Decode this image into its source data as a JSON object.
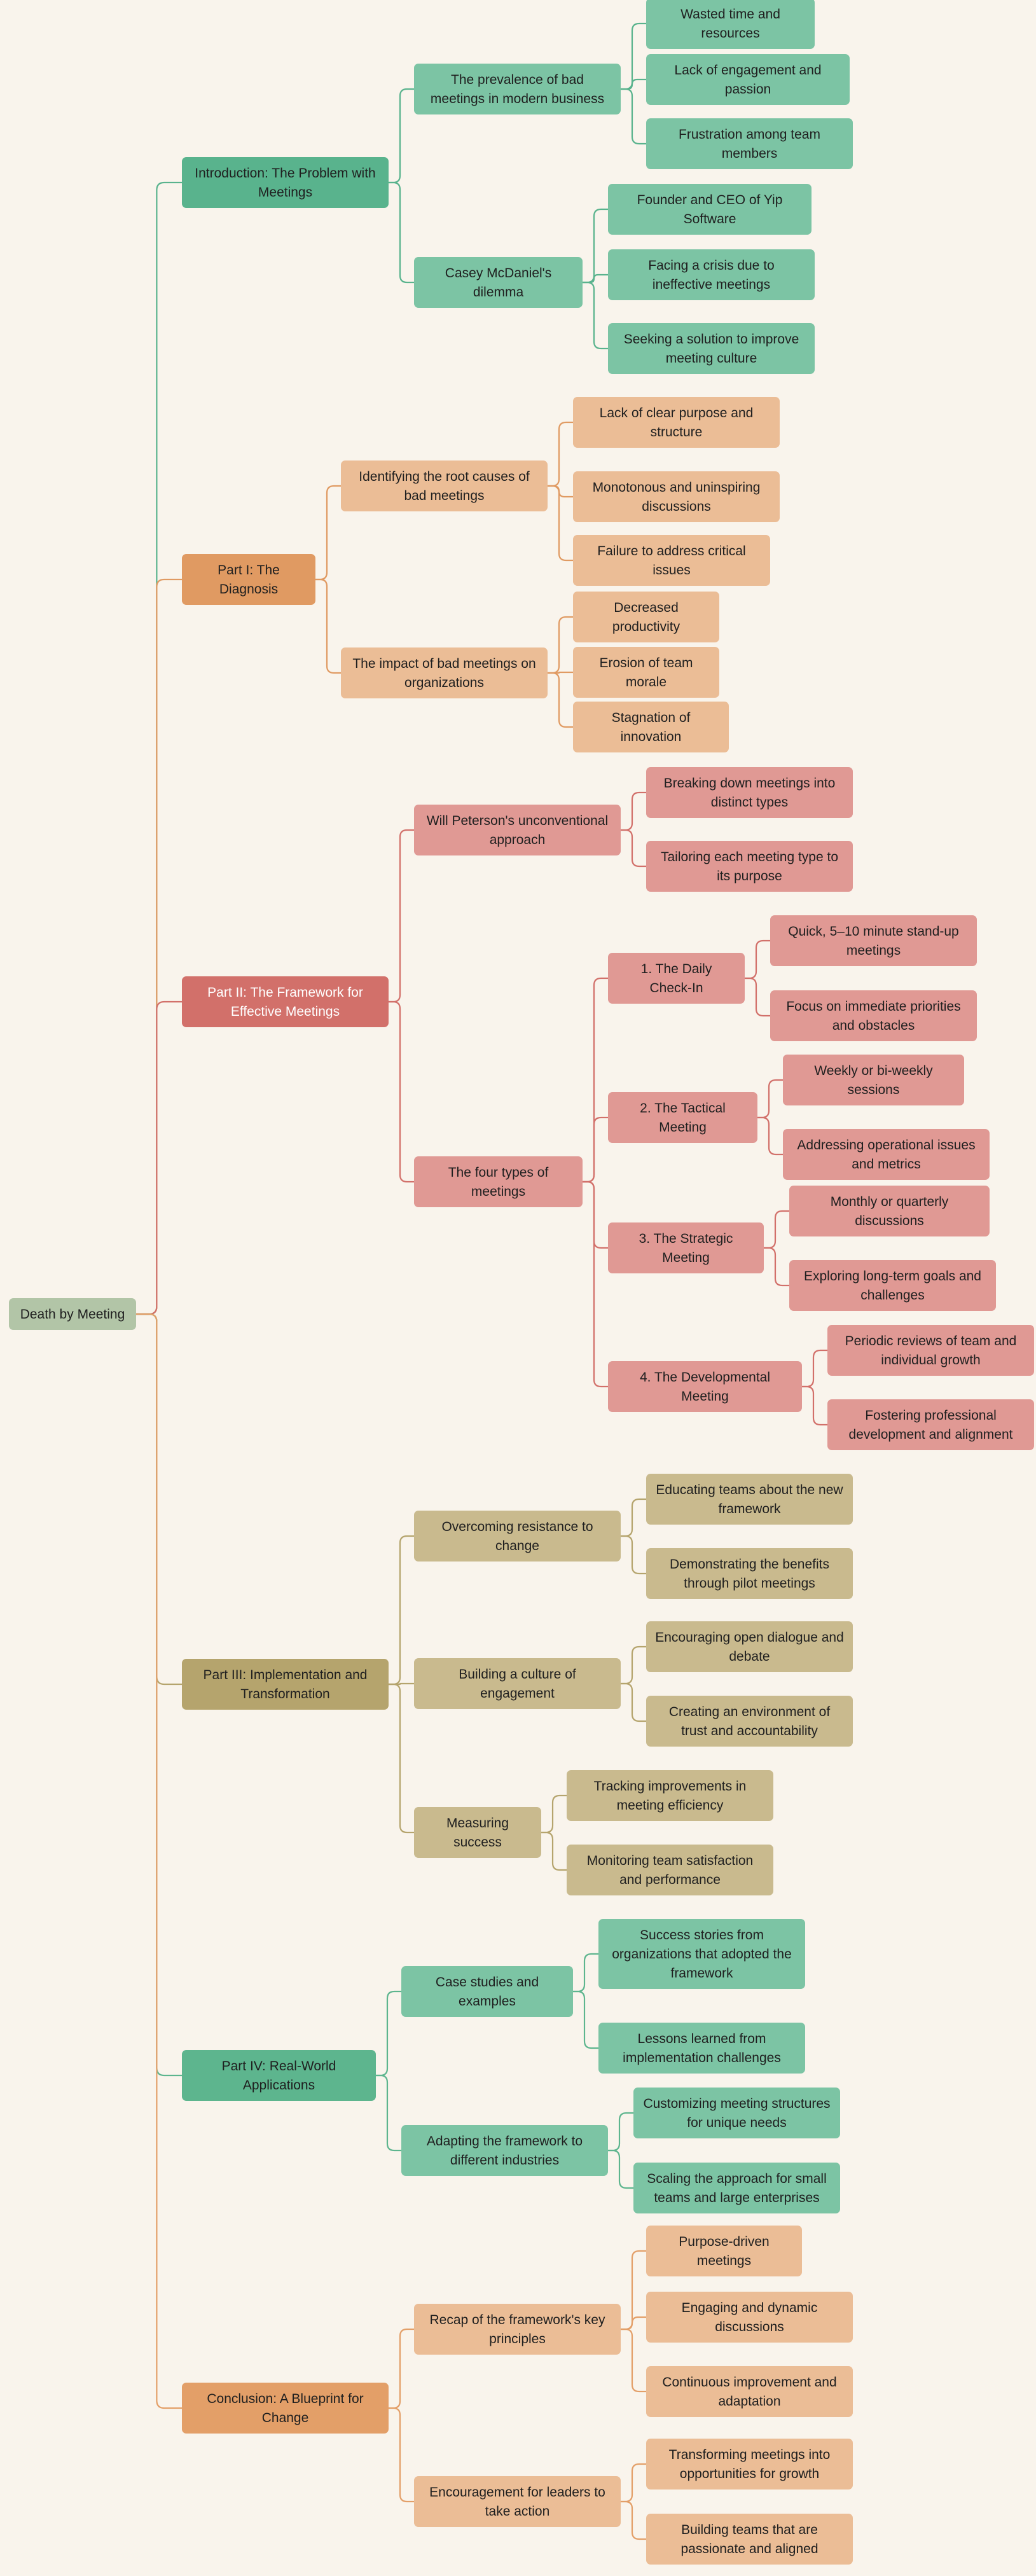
{
  "palette": {
    "root": "#b2c5a7",
    "intro": {
      "main": "#59b38d",
      "sub": "#7cc4a4",
      "line": "#59b38d"
    },
    "diagnosis": {
      "main": "#e09a62",
      "sub": "#ebbd96",
      "line": "#e09a62"
    },
    "framework": {
      "main": "#d2706a",
      "sub": "#e09994",
      "line": "#d2706a"
    },
    "implementation": {
      "main": "#b5a46d",
      "sub": "#c9ba8e",
      "line": "#b5a46d"
    },
    "applications": {
      "main": "#5db58e",
      "sub": "#7cc4a4",
      "line": "#5db58e"
    },
    "conclusion": {
      "main": "#e39f68",
      "sub": "#ebbd96",
      "line": "#e39f68"
    }
  },
  "root": {
    "label": "Death by Meeting"
  },
  "branches": [
    {
      "label": "Introduction: The Problem with Meetings",
      "colors": "intro",
      "children": [
        {
          "label": "The prevalence of bad meetings in modern business",
          "children": [
            {
              "label": "Wasted time and resources"
            },
            {
              "label": "Lack of engagement and passion"
            },
            {
              "label": "Frustration among team members"
            }
          ]
        },
        {
          "label": "Casey McDaniel's dilemma",
          "children": [
            {
              "label": "Founder and CEO of Yip Software"
            },
            {
              "label": "Facing a crisis due to ineffective meetings"
            },
            {
              "label": "Seeking a solution to improve meeting culture"
            }
          ]
        }
      ]
    },
    {
      "label": "Part I: The Diagnosis",
      "colors": "diagnosis",
      "children": [
        {
          "label": "Identifying the root causes of bad meetings",
          "children": [
            {
              "label": "Lack of clear purpose and structure"
            },
            {
              "label": "Monotonous and uninspiring discussions"
            },
            {
              "label": "Failure to address critical issues"
            }
          ]
        },
        {
          "label": "The impact of bad meetings on organizations",
          "children": [
            {
              "label": "Decreased productivity"
            },
            {
              "label": "Erosion of team morale"
            },
            {
              "label": "Stagnation of innovation"
            }
          ]
        }
      ]
    },
    {
      "label": "Part II: The Framework for Effective Meetings",
      "colors": "framework",
      "children": [
        {
          "label": "Will Peterson's unconventional approach",
          "children": [
            {
              "label": "Breaking down meetings into distinct types"
            },
            {
              "label": "Tailoring each meeting type to its purpose"
            }
          ]
        },
        {
          "label": "The four types of meetings",
          "children": [
            {
              "label": "1. The Daily Check-In",
              "children": [
                {
                  "label": "Quick, 5–10 minute stand-up meetings"
                },
                {
                  "label": "Focus on immediate priorities and obstacles"
                }
              ]
            },
            {
              "label": "2. The Tactical Meeting",
              "children": [
                {
                  "label": "Weekly or bi-weekly sessions"
                },
                {
                  "label": "Addressing operational issues and metrics"
                }
              ]
            },
            {
              "label": "3. The Strategic Meeting",
              "children": [
                {
                  "label": "Monthly or quarterly discussions"
                },
                {
                  "label": "Exploring long-term goals and challenges"
                }
              ]
            },
            {
              "label": "4. The Developmental Meeting",
              "children": [
                {
                  "label": "Periodic reviews of team and individual growth"
                },
                {
                  "label": "Fostering professional development and alignment"
                }
              ]
            }
          ]
        }
      ]
    },
    {
      "label": "Part III: Implementation and Transformation",
      "colors": "implementation",
      "children": [
        {
          "label": "Overcoming resistance to change",
          "children": [
            {
              "label": "Educating teams about the new framework"
            },
            {
              "label": "Demonstrating the benefits through pilot meetings"
            }
          ]
        },
        {
          "label": "Building a culture of engagement",
          "children": [
            {
              "label": "Encouraging open dialogue and debate"
            },
            {
              "label": "Creating an environment of trust and accountability"
            }
          ]
        },
        {
          "label": "Measuring success",
          "children": [
            {
              "label": "Tracking improvements in meeting efficiency"
            },
            {
              "label": "Monitoring team satisfaction and performance"
            }
          ]
        }
      ]
    },
    {
      "label": "Part IV: Real-World Applications",
      "colors": "applications",
      "children": [
        {
          "label": "Case studies and examples",
          "children": [
            {
              "label": "Success stories from organizations that adopted the framework"
            },
            {
              "label": "Lessons learned from implementation challenges"
            }
          ]
        },
        {
          "label": "Adapting the framework to different industries",
          "children": [
            {
              "label": "Customizing meeting structures for unique needs"
            },
            {
              "label": "Scaling the approach for small teams and large enterprises"
            }
          ]
        }
      ]
    },
    {
      "label": "Conclusion: A Blueprint for Change",
      "colors": "conclusion",
      "children": [
        {
          "label": "Recap of the framework's key principles",
          "children": [
            {
              "label": "Purpose-driven meetings"
            },
            {
              "label": "Engaging and dynamic discussions"
            },
            {
              "label": "Continuous improvement and adaptation"
            }
          ]
        },
        {
          "label": "Encouragement for leaders to take action",
          "children": [
            {
              "label": "Transforming meetings into opportunities for growth"
            },
            {
              "label": "Building teams that are passionate and aligned"
            }
          ]
        }
      ]
    }
  ]
}
